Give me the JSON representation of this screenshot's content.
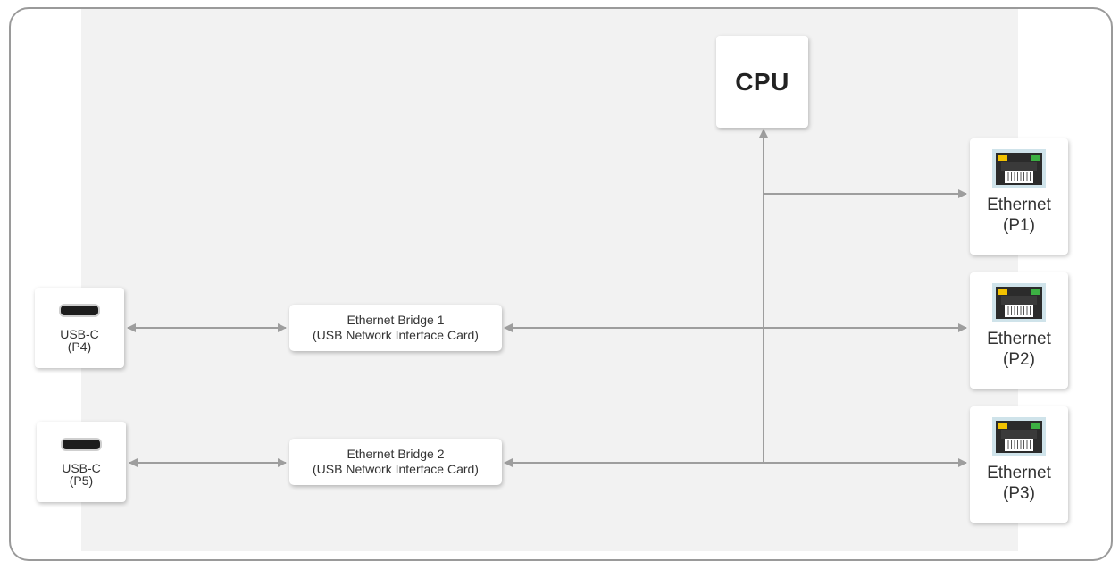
{
  "diagram": {
    "cpu": {
      "label": "CPU"
    },
    "bridges": [
      {
        "line1": "Ethernet Bridge 1",
        "line2": "(USB Network Interface Card)"
      },
      {
        "line1": "Ethernet Bridge 2",
        "line2": "(USB Network Interface Card)"
      }
    ],
    "usb_ports": [
      {
        "line1": "USB-C",
        "line2": "(P4)"
      },
      {
        "line1": "USB-C",
        "line2": "(P5)"
      }
    ],
    "ethernet_ports": [
      {
        "line1": "Ethernet",
        "line2": "(P1)"
      },
      {
        "line1": "Ethernet",
        "line2": "(P2)"
      },
      {
        "line1": "Ethernet",
        "line2": "(P3)"
      }
    ],
    "connections": [
      {
        "from": "CPU",
        "to": "Ethernet (P1)",
        "direction": "one-way"
      },
      {
        "from": "Ethernet Bridge 1",
        "to": "Ethernet (P2)",
        "direction": "two-way"
      },
      {
        "from": "Ethernet Bridge 2",
        "to": "Ethernet (P3)",
        "direction": "two-way"
      },
      {
        "from": "USB-C (P4)",
        "to": "Ethernet Bridge 1",
        "direction": "two-way"
      },
      {
        "from": "USB-C (P5)",
        "to": "Ethernet Bridge 2",
        "direction": "two-way"
      },
      {
        "from": "bus",
        "to": "CPU",
        "direction": "one-way"
      }
    ]
  },
  "colors": {
    "frame_border": "#9a9a9a",
    "panel_background": "#f2f2f2",
    "connector": "#9e9e9e",
    "led_yellow": "#f2c200",
    "led_green": "#3cb043"
  },
  "icons": {
    "usb": "usb-c-port-icon",
    "ethernet": "rj45-port-icon"
  }
}
